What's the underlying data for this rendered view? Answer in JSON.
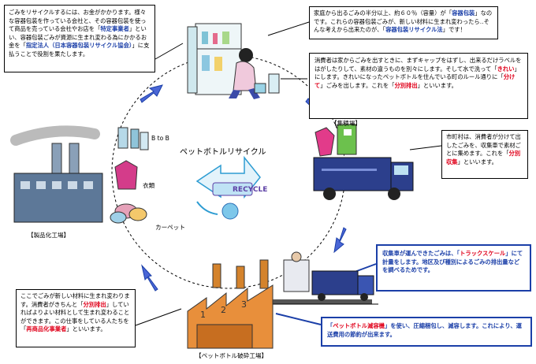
{
  "title": "ペットボトルリサイクル",
  "labels": {
    "collection": "【集積場】",
    "factory": "【製品化工場】",
    "crusher": "【ペットボトル破砕工場】",
    "b2b": "B to B",
    "clothing": "衣類",
    "carpet": "カーペット",
    "logo": "RECYCLE"
  },
  "boxes": {
    "top_left": {
      "t1": "ごみをリサイクルするには、お金がかかります。様々な容器包装を作っている会社と、その容器包装を使って商品を売っている会社やお店を「",
      "h1": "特定事業者",
      "t2": "」といい、容器包装ごみが資源に生まれ変わる為にかかるお金を「",
      "h2": "指定法人（日本容器包装リサイクル協会）",
      "t3": "」に支払うことで役割を果たします。"
    },
    "top_right": {
      "t1": "家庭から出るごみの半分以上、約６０％（容量）が「",
      "h1": "容器包装",
      "t2": "」なのです。これらの容器包装ごみが、新しい材料に生まれ変わったら‥そんな考えから出来たのが、「",
      "h2": "容器包装リサイクル法",
      "t3": "」です！"
    },
    "right_mid": {
      "t1": "消費者は家からごみを出すときに、まずキャップをはずし、出来るだけラベルをはがしたりして、素材の違うものを別々にします。そして水で洗って「",
      "h1": "きれい",
      "t2": "」にします。きれいになったペットボトルを住んでいる町のルール通りに「",
      "h2": "分けて",
      "t3": "」ごみを出します。これを「",
      "h3": "分別排出",
      "t4": "」といいます。"
    },
    "municipal": {
      "t1": "市町村は、消費者が分けて出したごみを、収集車で素材ごとに集めます。これを「",
      "h1": "分別収集",
      "t2": "」といいます。"
    },
    "truck_scale": {
      "t1": "収集車が運んできたごみは、「",
      "h1": "トラックスケール",
      "t2": "」にて計量をします。地区及び種別によるごみの排出量などを調べるためです。"
    },
    "compactor": {
      "t1": "「",
      "h1": "ペットボトル減容機",
      "t2": "」を使い、圧縮梱包し、減容します。これにより、運送費用の節約が出来ます。"
    },
    "bottom_left": {
      "t1": "ここでごみが新しい材料に生まれ変わります。消費者がきちんと「",
      "h1": "分別排出",
      "t2": "」していればよりよい材料として生まれ変わることができます。この仕事をしている人たちを「",
      "h2": "再商品化事業者",
      "t3": "」といいます。"
    }
  }
}
